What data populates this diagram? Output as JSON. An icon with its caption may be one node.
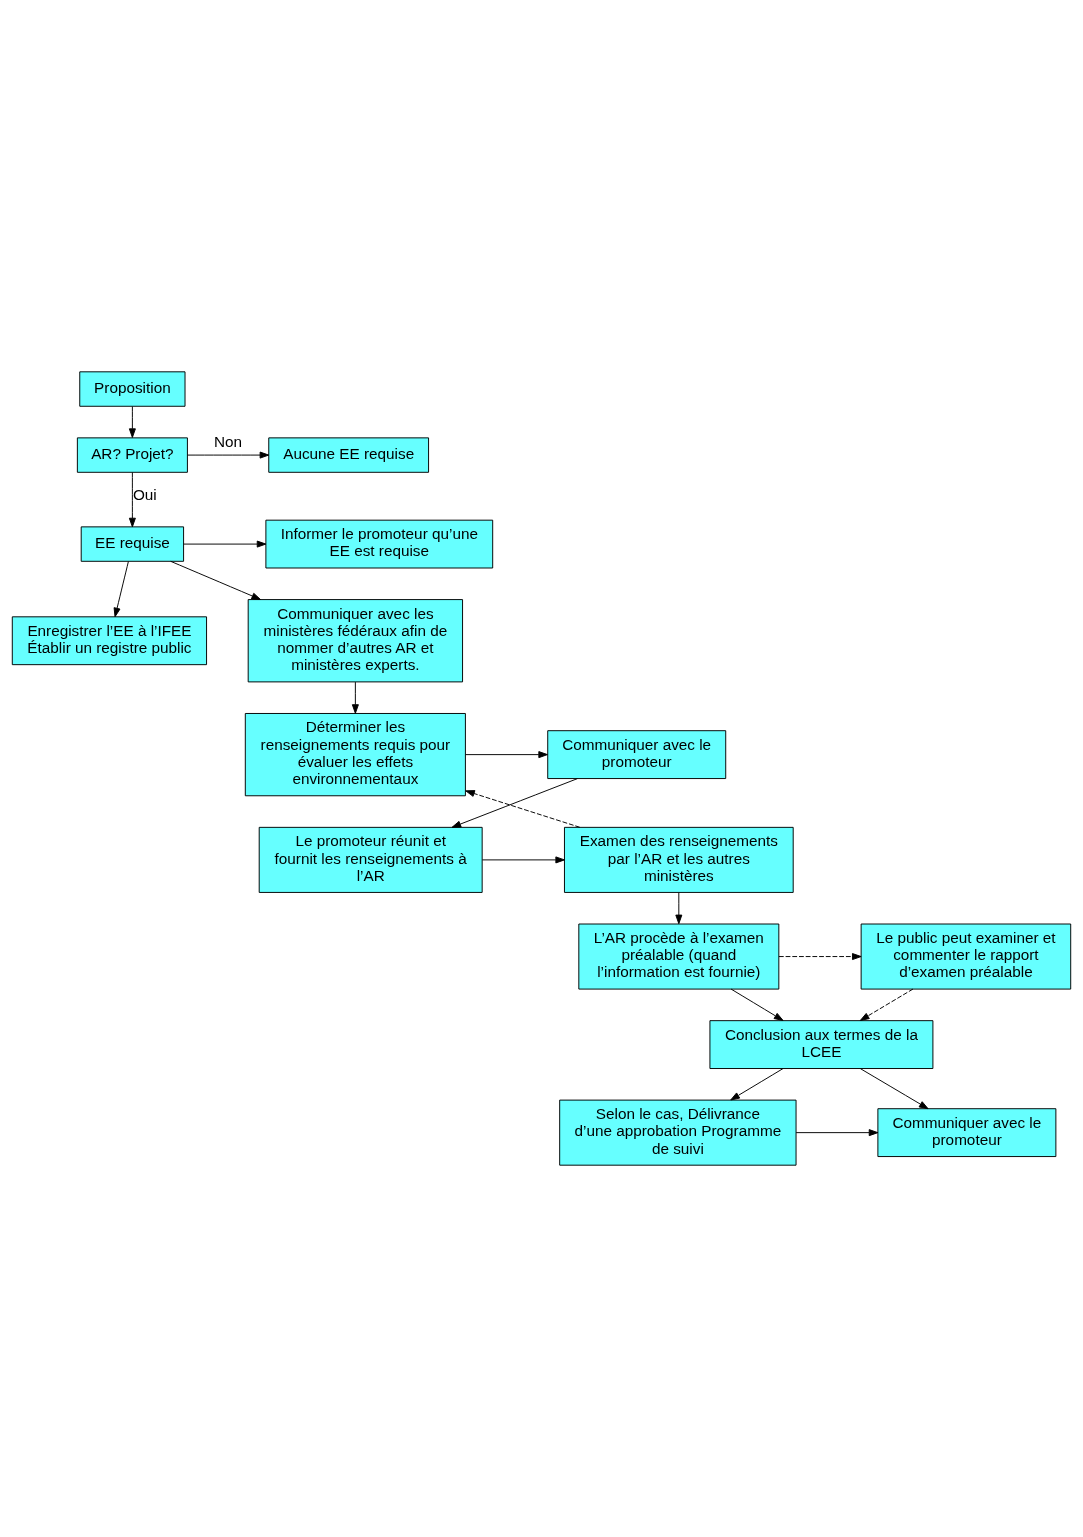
{
  "diagram": {
    "nodes": [
      {
        "text": [
          "Proposition"
        ]
      },
      {
        "text": [
          "AR? Projet?"
        ]
      },
      {
        "text": [
          "Aucune EE requise"
        ]
      },
      {
        "text": [
          "Informer le promoteur qu’une EE est requise"
        ]
      },
      {
        "text": [
          "EE requise"
        ]
      },
      {
        "text": [
          "Enregistrer l’EE à l’IFEE",
          "Établir un registre public"
        ]
      },
      {
        "text": [
          "Communiquer avec les ministères fédéraux afin de nommer d’autres AR et ministères experts."
        ]
      },
      {
        "text": [
          "Communiquer avec le promoteur"
        ]
      },
      {
        "text": [
          "Déterminer les renseignements requis pour évaluer les effets environnementaux"
        ]
      },
      {
        "text": [
          "Le promoteur réunit et fournit les renseignements à l’AR"
        ]
      },
      {
        "text": [
          "Examen des renseignements par l’AR et les autres ministères"
        ]
      },
      {
        "text": [
          "Le public peut examiner et commenter le rapport d’examen préalable"
        ]
      },
      {
        "text": [
          "L’AR procède à l’examen préalable (quand l’information est fournie)"
        ]
      },
      {
        "text": [
          "Conclusion aux termes de la LCEE"
        ]
      },
      {
        "text": [
          "Communiquer avec le promoteur"
        ]
      },
      {
        "text": [
          "Selon le cas, Délivrance d’une approbation Programme de suivi"
        ]
      }
    ],
    "edges": [
      {
        "from": 0,
        "to": 1,
        "arrow": "to"
      },
      {
        "from": 1,
        "to": 2,
        "arrow": "to",
        "label": "Non"
      },
      {
        "from": 1,
        "to": 4,
        "arrow": "to",
        "label": "Oui"
      },
      {
        "from": 4,
        "to": 3,
        "arrow": "to"
      },
      {
        "from": 4,
        "to": 5,
        "arrow": "to"
      },
      {
        "from": 4,
        "to": 6,
        "arrow": "to"
      },
      {
        "from": 6,
        "to": 8,
        "arrow": "to"
      },
      {
        "from": 8,
        "to": 7,
        "arrow": "to"
      },
      {
        "from": 7,
        "to": 9,
        "arrow": "to"
      },
      {
        "from": 9,
        "to": 10,
        "arrow": "to"
      },
      {
        "from": 10,
        "to": 8,
        "arrow": "to",
        "style": "dashed"
      },
      {
        "from": 10,
        "to": 12,
        "arrow": "to"
      },
      {
        "from": 12,
        "to": 11,
        "arrow": "to",
        "style": "dashed"
      },
      {
        "from": 12,
        "to": 13,
        "arrow": "to"
      },
      {
        "from": 11,
        "to": 13,
        "arrow": "to",
        "style": "dashed"
      },
      {
        "from": 13,
        "to": 14,
        "arrow": "to"
      },
      {
        "from": 13,
        "to": 15,
        "arrow": "to"
      },
      {
        "from": 15,
        "to": 14,
        "arrow": "to"
      }
    ]
  }
}
